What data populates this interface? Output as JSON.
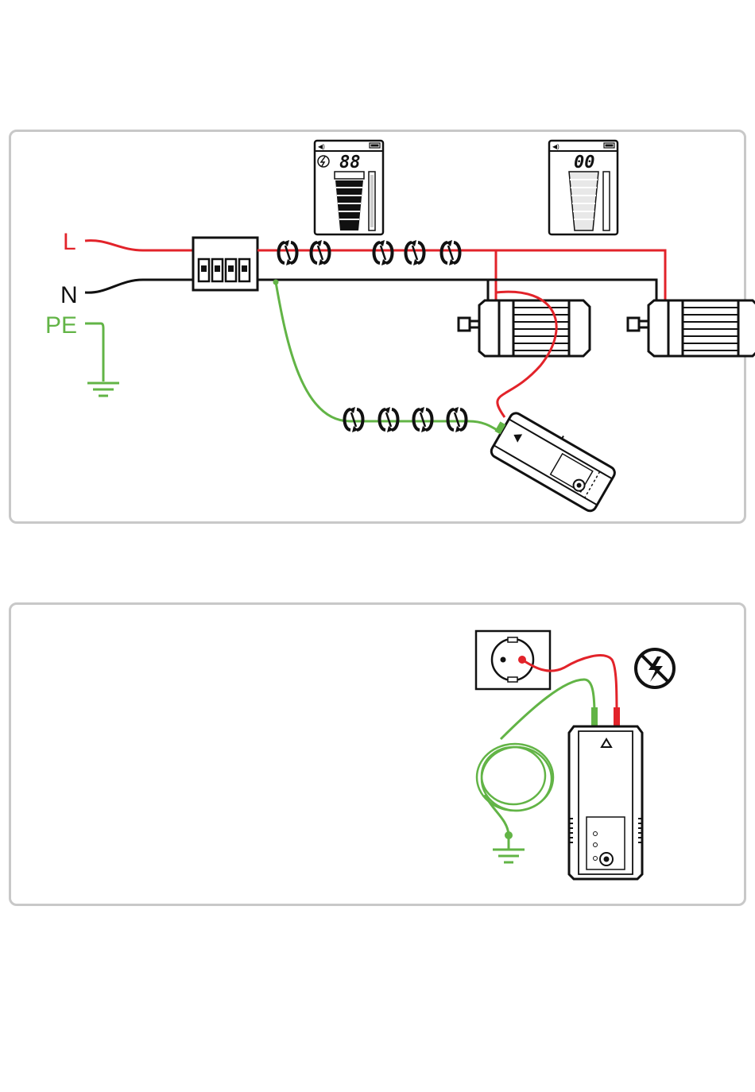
{
  "labels": {
    "live": "L",
    "neutral": "N",
    "earth": "PE"
  },
  "displays": {
    "left": {
      "reading": "88"
    },
    "right": {
      "reading": "00"
    }
  },
  "colors": {
    "live_wire": "#e2232a",
    "earth_wire": "#62b446",
    "neutral_wire": "#1a1a1a",
    "panel_border": "#c8c8c8"
  },
  "icons": [
    "warning-triangle-icon",
    "lightning-icon",
    "no-voltage-icon",
    "speaker-icon",
    "battery-icon",
    "ground-symbol-icon"
  ]
}
